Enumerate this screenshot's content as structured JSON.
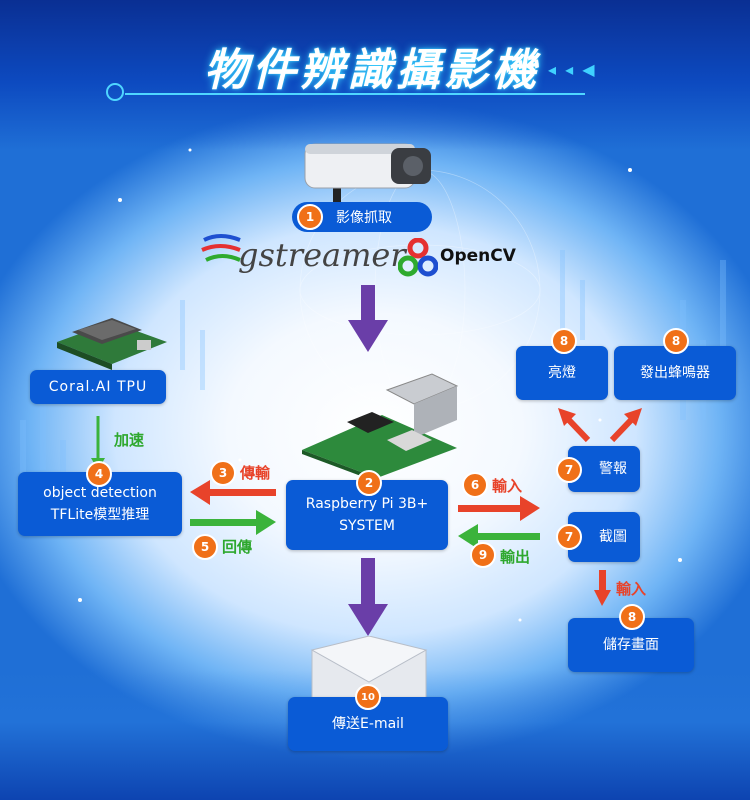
{
  "title": "物件辨識攝影機",
  "title_deco": "◂ ◂ ◀",
  "capture": {
    "number": "1",
    "label": "影像抓取"
  },
  "libraries": {
    "gstreamer": "gstreamer",
    "opencv": "OpenCV"
  },
  "coral": {
    "label": "Coral.AI TPU"
  },
  "accelerate": "加速",
  "detection": {
    "number": "4",
    "text": "object detection\nTFLite模型推理"
  },
  "pi": {
    "number": "2",
    "text": "Raspberry Pi 3B+\nSYSTEM"
  },
  "arrows": {
    "transmit": {
      "number": "3",
      "label": "傳輸"
    },
    "return": {
      "number": "5",
      "label": "回傳"
    },
    "input": {
      "number": "6",
      "label": "輸入"
    },
    "output": {
      "number": "9",
      "label": "輸出"
    },
    "input2": {
      "label": "輸入"
    }
  },
  "alarm": {
    "number": "7",
    "label": "警報"
  },
  "screenshot": {
    "number": "7",
    "label": "截圖"
  },
  "light": {
    "number": "8",
    "label": "亮燈"
  },
  "buzzer": {
    "number": "8",
    "label": "發出蜂鳴器"
  },
  "save": {
    "number": "8",
    "label": "儲存畫面"
  },
  "email": {
    "number": "10",
    "label": "傳送E-mail"
  },
  "colors": {
    "box": "#0a5bd6",
    "badge": "#f07018",
    "red": "#e8432a",
    "green": "#2ea82e",
    "purple": "#6a3ea8",
    "title_glow": "#3ad1ff"
  }
}
